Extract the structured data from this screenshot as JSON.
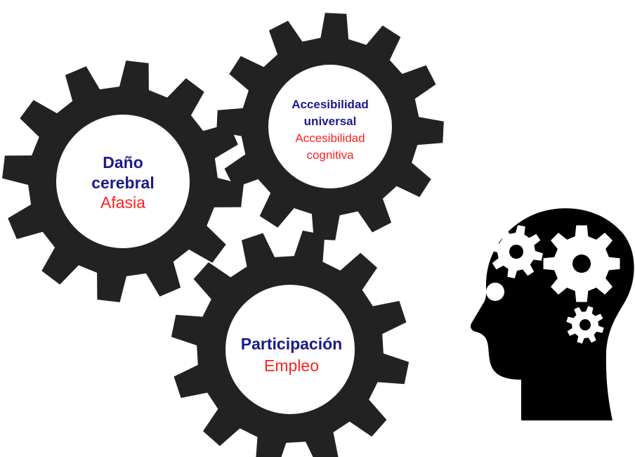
{
  "gears": [
    {
      "id": "left",
      "lines": [
        {
          "text": "Daño",
          "style": "blue"
        },
        {
          "text": "cerebral",
          "style": "blue"
        },
        {
          "text": "Afasia",
          "style": "red"
        }
      ]
    },
    {
      "id": "top",
      "lines": [
        {
          "text": "Accesibilidad",
          "style": "blue"
        },
        {
          "text": "universal",
          "style": "blue"
        },
        {
          "text": "Accesibilidad",
          "style": "red"
        },
        {
          "text": "cognitiva",
          "style": "red"
        }
      ]
    },
    {
      "id": "bottom",
      "lines": [
        {
          "text": "Participación",
          "style": "blue"
        },
        {
          "text": "Empleo",
          "style": "red"
        }
      ]
    }
  ],
  "colors": {
    "gear": "#222222",
    "hub": "#ffffff",
    "primary_text": "#1a1a8c",
    "secondary_text": "#ff2020",
    "head": "#000000"
  },
  "icons": [
    "gear-icon",
    "head-with-gears-icon"
  ]
}
